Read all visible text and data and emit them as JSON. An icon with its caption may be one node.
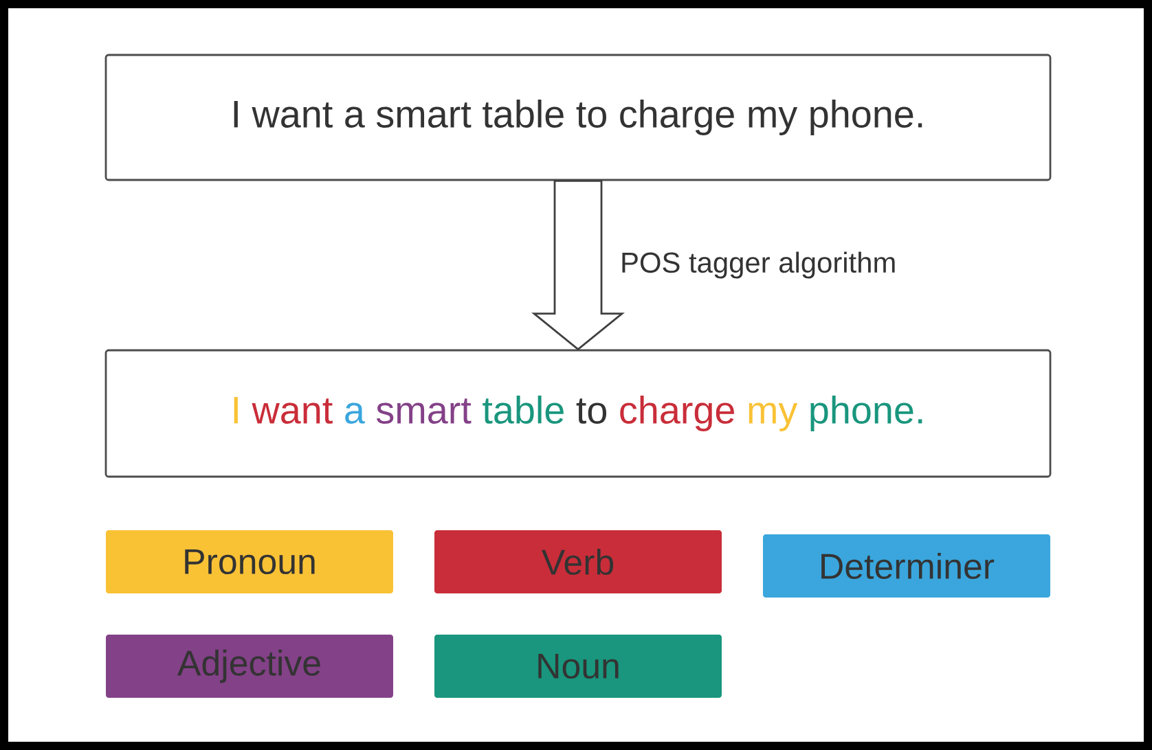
{
  "diagram": {
    "nodes": [
      {
        "text": [
          "I want a smart table to charge my phone."
        ]
      },
      {
        "text": [
          "I",
          "want",
          "a",
          "smart",
          "table",
          "to",
          "charge",
          "my",
          "phone."
        ]
      }
    ],
    "edges": [
      {
        "from": 0,
        "to": 1,
        "arrow": "to",
        "label": "POS tagger algorithm"
      }
    ],
    "legend": [
      {
        "text": "Pronoun",
        "color": "#f9c235"
      },
      {
        "text": "Verb",
        "color": "#c92d39"
      },
      {
        "text": "Determiner",
        "color": "#3aa6dd"
      },
      {
        "text": "Adjective",
        "color": "#834187"
      },
      {
        "text": "Noun",
        "color": "#19967d"
      }
    ]
  }
}
